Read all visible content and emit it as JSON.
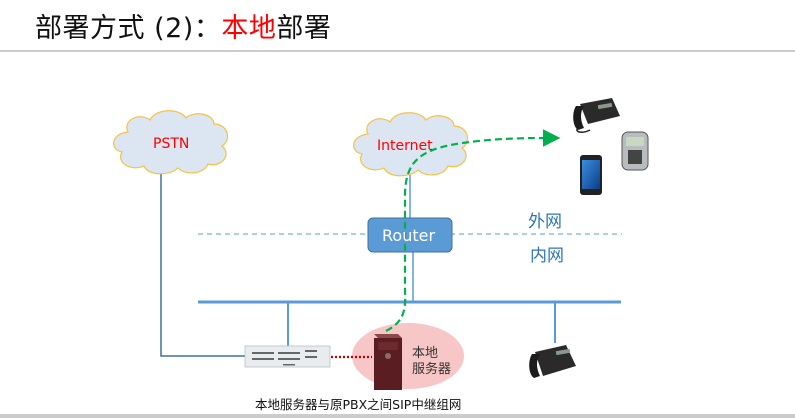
{
  "title": {
    "prefix": "部署方式 (2)：",
    "highlight": "本地",
    "suffix": "部署",
    "highlight_color": "#ff0000"
  },
  "nodes": {
    "pstn_cloud": {
      "label": "PSTN",
      "icon": "cloud-icon"
    },
    "internet_cloud": {
      "label": "Internet",
      "icon": "cloud-icon"
    },
    "router": {
      "label": "Router"
    },
    "pbx": {
      "icon": "pbx-rack-icon"
    },
    "local_server": {
      "label_line1": "本地",
      "label_line2": "服务器",
      "icon": "tower-server-icon"
    },
    "remote_devices": [
      "desk-phone-icon",
      "conference-phone-icon",
      "smartphone-icon"
    ],
    "lan_device": "desk-phone-icon"
  },
  "zones": {
    "outside": "外网",
    "inside": "内网"
  },
  "caption": "本地服务器与原PBX之间SIP中继组网",
  "colors": {
    "cloud_fill": "#dce6f2",
    "cloud_stroke": "#f5c242",
    "line_blue": "#5b9bd5",
    "line_dark": "#41719c",
    "router_fill": "#5b9bd5",
    "sip_path": "#00b050",
    "trunk_dots": "#c00000",
    "server_halo": "#f4b6b6"
  }
}
